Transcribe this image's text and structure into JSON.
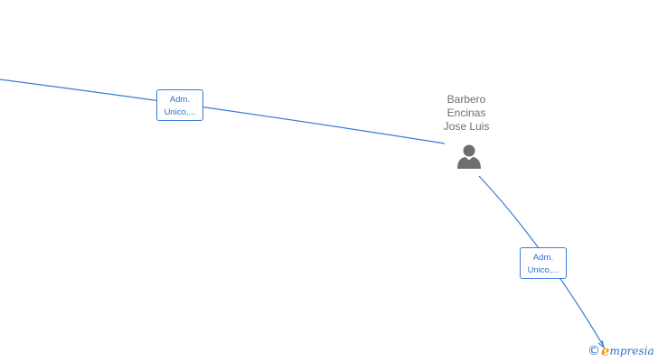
{
  "person": {
    "name_line1": "Barbero",
    "name_line2": "Encinas",
    "name_line3": "Jose Luis",
    "icon": "person-icon"
  },
  "edges": [
    {
      "label_line1": "Adm.",
      "label_line2": "Unico,..."
    },
    {
      "label_line1": "Adm.",
      "label_line2": "Unico,..."
    }
  ],
  "watermark": {
    "symbol": "©",
    "brand_initial": "e",
    "brand_rest": "mpresia"
  },
  "colors": {
    "edge": "#3a7bd5",
    "label_text": "#2f6fc7",
    "person_icon": "#6e6e6e",
    "brand_accent": "#f39c12"
  }
}
